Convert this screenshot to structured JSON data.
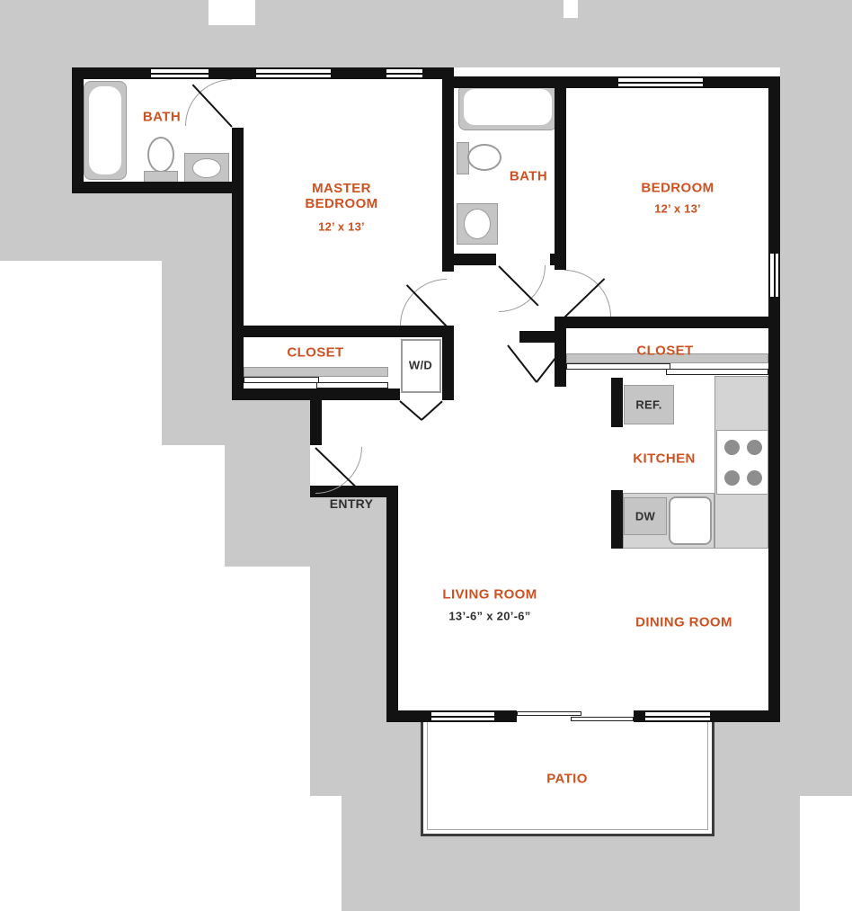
{
  "colors": {
    "label_accent": "#cd5222",
    "label_dark": "#303030",
    "wall": "#121212",
    "context_gray": "#c9c9c9",
    "fixture_gray": "#c5c5c5"
  },
  "rooms": {
    "bath1": {
      "label": "BATH"
    },
    "master_bedroom": {
      "label": "MASTER BEDROOM",
      "dims": "12’ x 13’"
    },
    "bath2": {
      "label": "BATH"
    },
    "bedroom": {
      "label": "BEDROOM",
      "dims": "12’ x 13’"
    },
    "closet_left": {
      "label": "CLOSET"
    },
    "closet_right": {
      "label": "CLOSET"
    },
    "kitchen": {
      "label": "KITCHEN"
    },
    "living_room": {
      "label": "LIVING ROOM",
      "dims": "13’-6” x 20’-6”"
    },
    "dining_room": {
      "label": "DINING ROOM"
    },
    "entry": {
      "label": "ENTRY"
    },
    "patio": {
      "label": "PATIO"
    }
  },
  "fixtures": {
    "washer_dryer": {
      "label": "W/D"
    },
    "refrigerator": {
      "label": "REF."
    },
    "dishwasher": {
      "label": "DW"
    }
  }
}
